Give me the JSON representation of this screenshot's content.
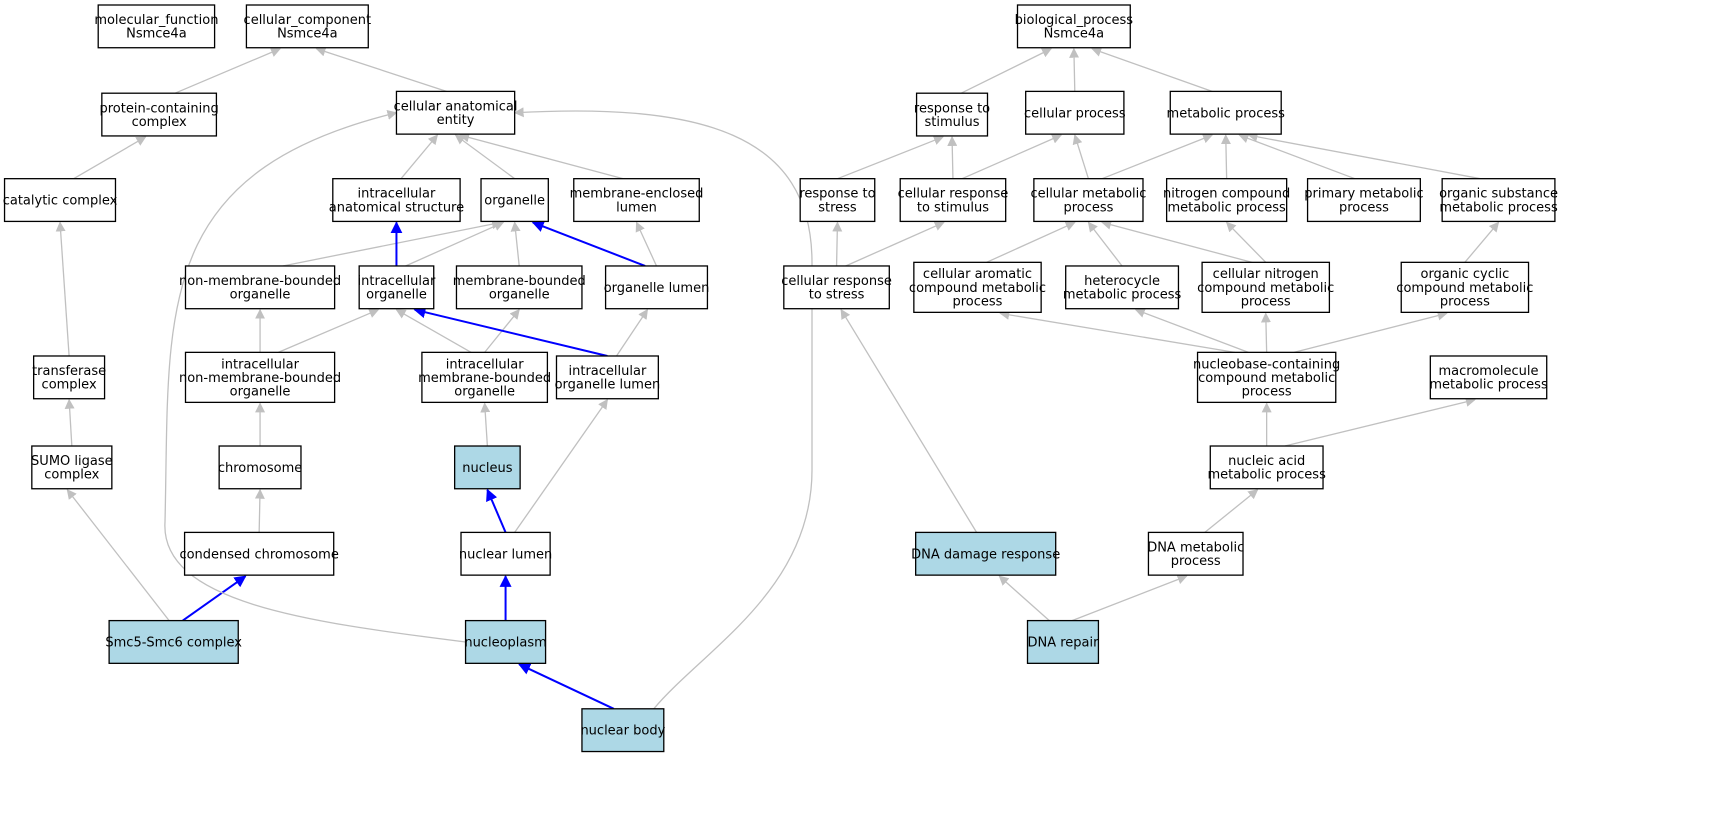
{
  "colors": {
    "highlight_fill": "#add8e6",
    "default_fill": "#ffffff",
    "edge_default": "#c0c0c0",
    "edge_highlight": "#0000ff"
  },
  "nodes": {
    "mf_root": [
      "molecular_function",
      "Nsmce4a"
    ],
    "cc_root": [
      "cellular_component",
      "Nsmce4a"
    ],
    "protein_complex": [
      "protein-containing",
      "complex"
    ],
    "cell_anat": [
      "cellular anatomical",
      "entity"
    ],
    "catalytic": [
      "catalytic complex"
    ],
    "ic_anat": [
      "intracellular",
      "anatomical structure"
    ],
    "organelle": [
      "organelle"
    ],
    "mem_enc_lumen": [
      "membrane-enclosed",
      "lumen"
    ],
    "nonmem_org": [
      "non-membrane-bounded",
      "organelle"
    ],
    "ic_org": [
      "intracellular",
      "organelle"
    ],
    "mem_org": [
      "membrane-bounded",
      "organelle"
    ],
    "org_lumen": [
      "organelle lumen"
    ],
    "transferase": [
      "transferase",
      "complex"
    ],
    "ic_nonmem": [
      "intracellular",
      "non-membrane-bounded",
      "organelle"
    ],
    "ic_mem": [
      "intracellular",
      "membrane-bounded",
      "organelle"
    ],
    "ic_org_lumen": [
      "intracellular",
      "organelle lumen"
    ],
    "sumo": [
      "SUMO ligase",
      "complex"
    ],
    "chromosome": [
      "chromosome"
    ],
    "nucleus": [
      "nucleus"
    ],
    "cond_chrom": [
      "condensed chromosome"
    ],
    "nuc_lumen": [
      "nuclear lumen"
    ],
    "smc": [
      "Smc5-Smc6 complex"
    ],
    "nucleoplasm": [
      "nucleoplasm"
    ],
    "nuc_body": [
      "nuclear body"
    ],
    "bp_root": [
      "biological_process",
      "Nsmce4a"
    ],
    "resp_stim": [
      "response to",
      "stimulus"
    ],
    "cell_proc": [
      "cellular process"
    ],
    "metab_proc": [
      "metabolic process"
    ],
    "resp_stress": [
      "response to",
      "stress"
    ],
    "cell_resp_stim": [
      "cellular response",
      "to stimulus"
    ],
    "cell_metab": [
      "cellular metabolic",
      "process"
    ],
    "nitro_metab": [
      "nitrogen compound",
      "metabolic process"
    ],
    "prim_metab": [
      "primary metabolic",
      "process"
    ],
    "org_sub_metab": [
      "organic substance",
      "metabolic process"
    ],
    "cell_resp_stress": [
      "cellular response",
      "to stress"
    ],
    "cell_arom": [
      "cellular aromatic",
      "compound metabolic",
      "process"
    ],
    "hetero": [
      "heterocycle",
      "metabolic process"
    ],
    "cell_nitro": [
      "cellular nitrogen",
      "compound metabolic",
      "process"
    ],
    "org_cyc": [
      "organic cyclic",
      "compound metabolic",
      "process"
    ],
    "nucleobase": [
      "nucleobase-containing",
      "compound metabolic",
      "process"
    ],
    "macro": [
      "macromolecule",
      "metabolic process"
    ],
    "nuc_acid": [
      "nucleic acid",
      "metabolic process"
    ],
    "dna_damage": [
      "DNA damage response"
    ],
    "dna_metab": [
      "DNA metabolic",
      "process"
    ],
    "dna_repair": [
      "DNA repair"
    ]
  }
}
